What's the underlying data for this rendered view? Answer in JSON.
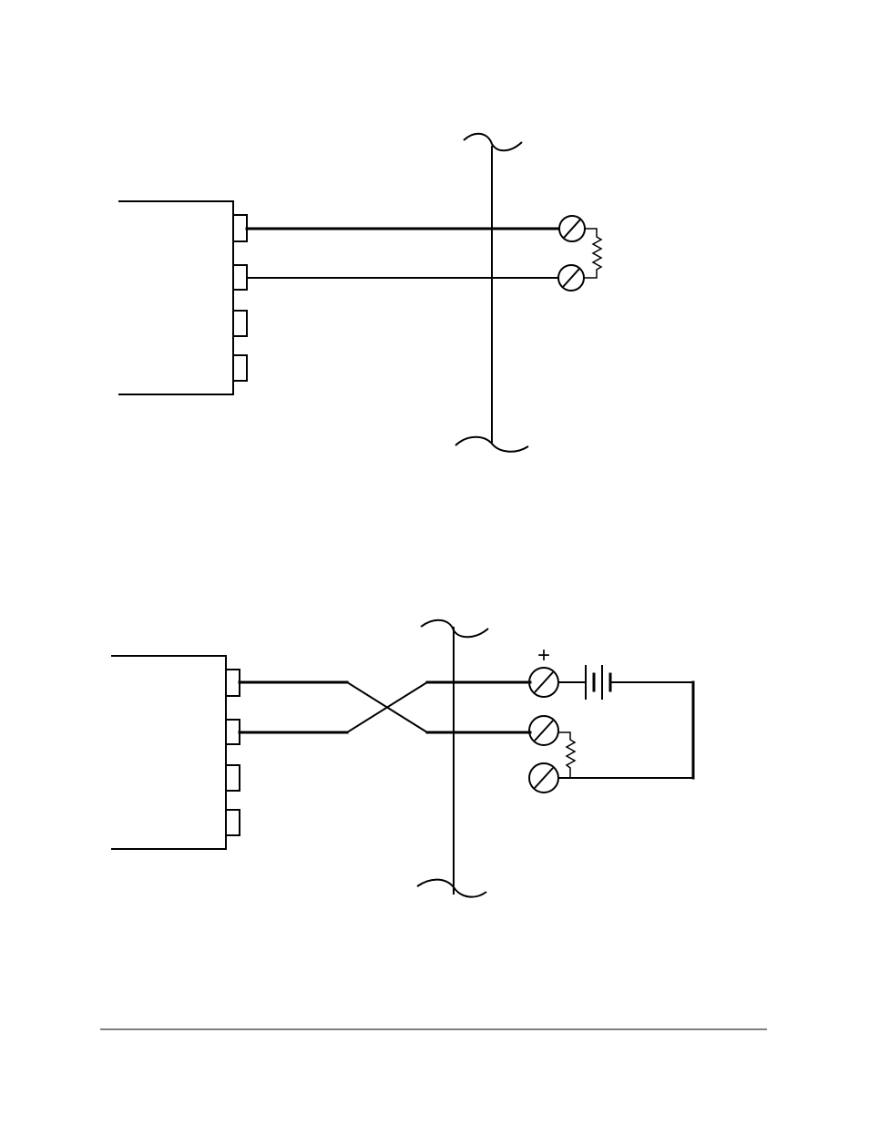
{
  "diagrams": [
    {
      "id": "two-wire-sensor-connection",
      "components": [
        "module-terminal-block",
        "cable-break",
        "field-terminals",
        "resistor"
      ]
    },
    {
      "id": "powered-loop-connection",
      "components": [
        "module-terminal-block",
        "crossed-wires",
        "cable-break",
        "field-terminals",
        "battery",
        "resistor"
      ],
      "battery_polarity_label": "+"
    }
  ],
  "colors": {
    "line": "#000000",
    "background": "#ffffff"
  }
}
